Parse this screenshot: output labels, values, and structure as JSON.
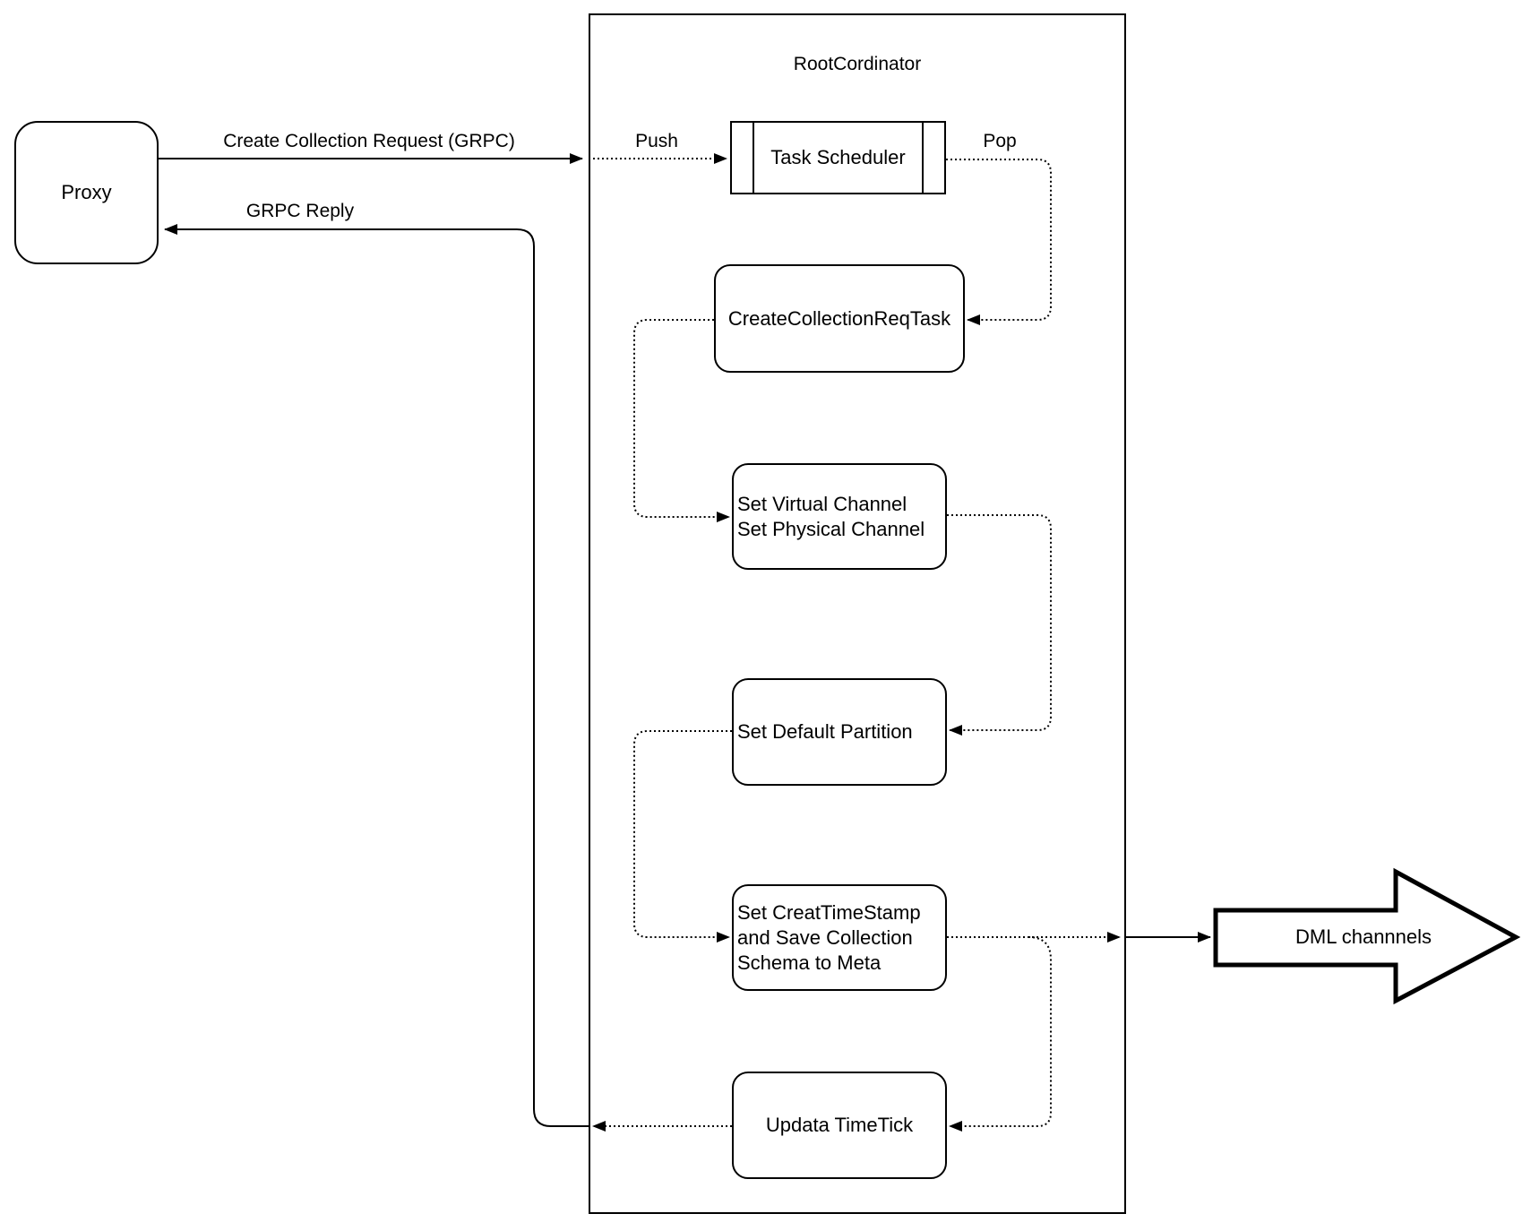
{
  "diagram": {
    "proxy_label": "Proxy",
    "container_title": "RootCordinator",
    "task_scheduler_label": "Task Scheduler",
    "nodes": {
      "create_collection_req_task": "CreateCollectionReqTask",
      "set_channel_line1": "Set Virtual Channel",
      "set_channel_line2": "Set Physical Channel",
      "set_default_partition": "Set Default Partition",
      "set_timestamp_line1": "Set CreatTimeStamp",
      "set_timestamp_line2": "and Save Collection",
      "set_timestamp_line3": "Schema to Meta",
      "update_timetick": "Updata TimeTick"
    },
    "edge_labels": {
      "request": "Create Collection Request (GRPC)",
      "reply": "GRPC Reply",
      "push": "Push",
      "pop": "Pop"
    },
    "dml_label": "DML channnels",
    "colors": {
      "stroke": "#000000",
      "background": "#ffffff"
    }
  }
}
